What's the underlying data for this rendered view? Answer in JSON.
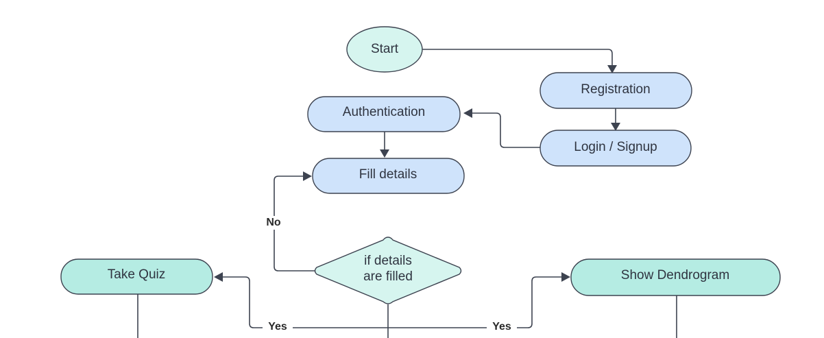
{
  "nodes": {
    "start": "Start",
    "registration": "Registration",
    "authentication": "Authentication",
    "login_signup": "Login / Signup",
    "fill_details": "Fill details",
    "decision_line1": "if details",
    "decision_line2": "are filled",
    "take_quiz": "Take Quiz",
    "show_dendrogram": "Show Dendrogram"
  },
  "edges": {
    "no_label": "No",
    "yes_left_label": "Yes",
    "yes_right_label": "Yes"
  },
  "colors": {
    "start_fill": "#d6f5ef",
    "process_fill": "#cfe3fb",
    "outcome_fill": "#b5ece3",
    "stroke": "#3d4350"
  }
}
